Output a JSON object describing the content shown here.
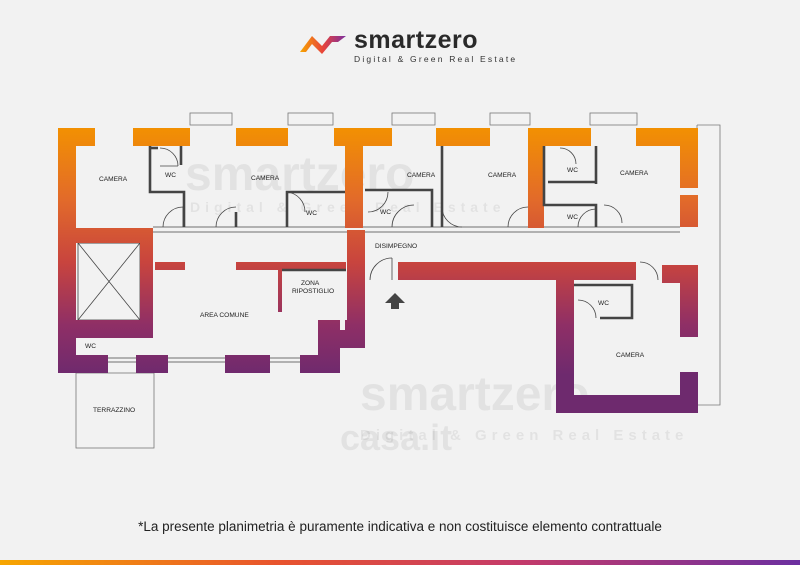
{
  "brand": {
    "name": "smartzero",
    "tagline": "Digital & Green Real Estate"
  },
  "watermarks": {
    "brand": "smartzero",
    "tagline": "Digital & Green Real Estate",
    "portal": "casa.it"
  },
  "rooms": {
    "camera_1": "CAMERA",
    "wc_1": "WC",
    "camera_2": "CAMERA",
    "wc_2": "WC",
    "camera_3": "CAMERA",
    "wc_3": "WC",
    "camera_4": "CAMERA",
    "wc_4": "WC",
    "wc_5": "WC",
    "camera_5": "CAMERA",
    "disimpegno": "DISIMPEGNO",
    "zona_ripostiglio_1": "ZONA",
    "zona_ripostiglio_2": "RIPOSTIGLIO",
    "area_comune": "AREA COMUNE",
    "wc_6": "WC",
    "wc_7": "WC",
    "camera_6": "CAMERA",
    "terrazzino": "TERRAZZINO"
  },
  "disclaimer": "*La presente planimetria è puramente indicativa e non costituisce elemento contrattuale",
  "colors": {
    "wall_top": "#f39200",
    "wall_mid": "#cf4a3a",
    "wall_bottom": "#7a2a6e",
    "background": "#f2f2f2"
  }
}
